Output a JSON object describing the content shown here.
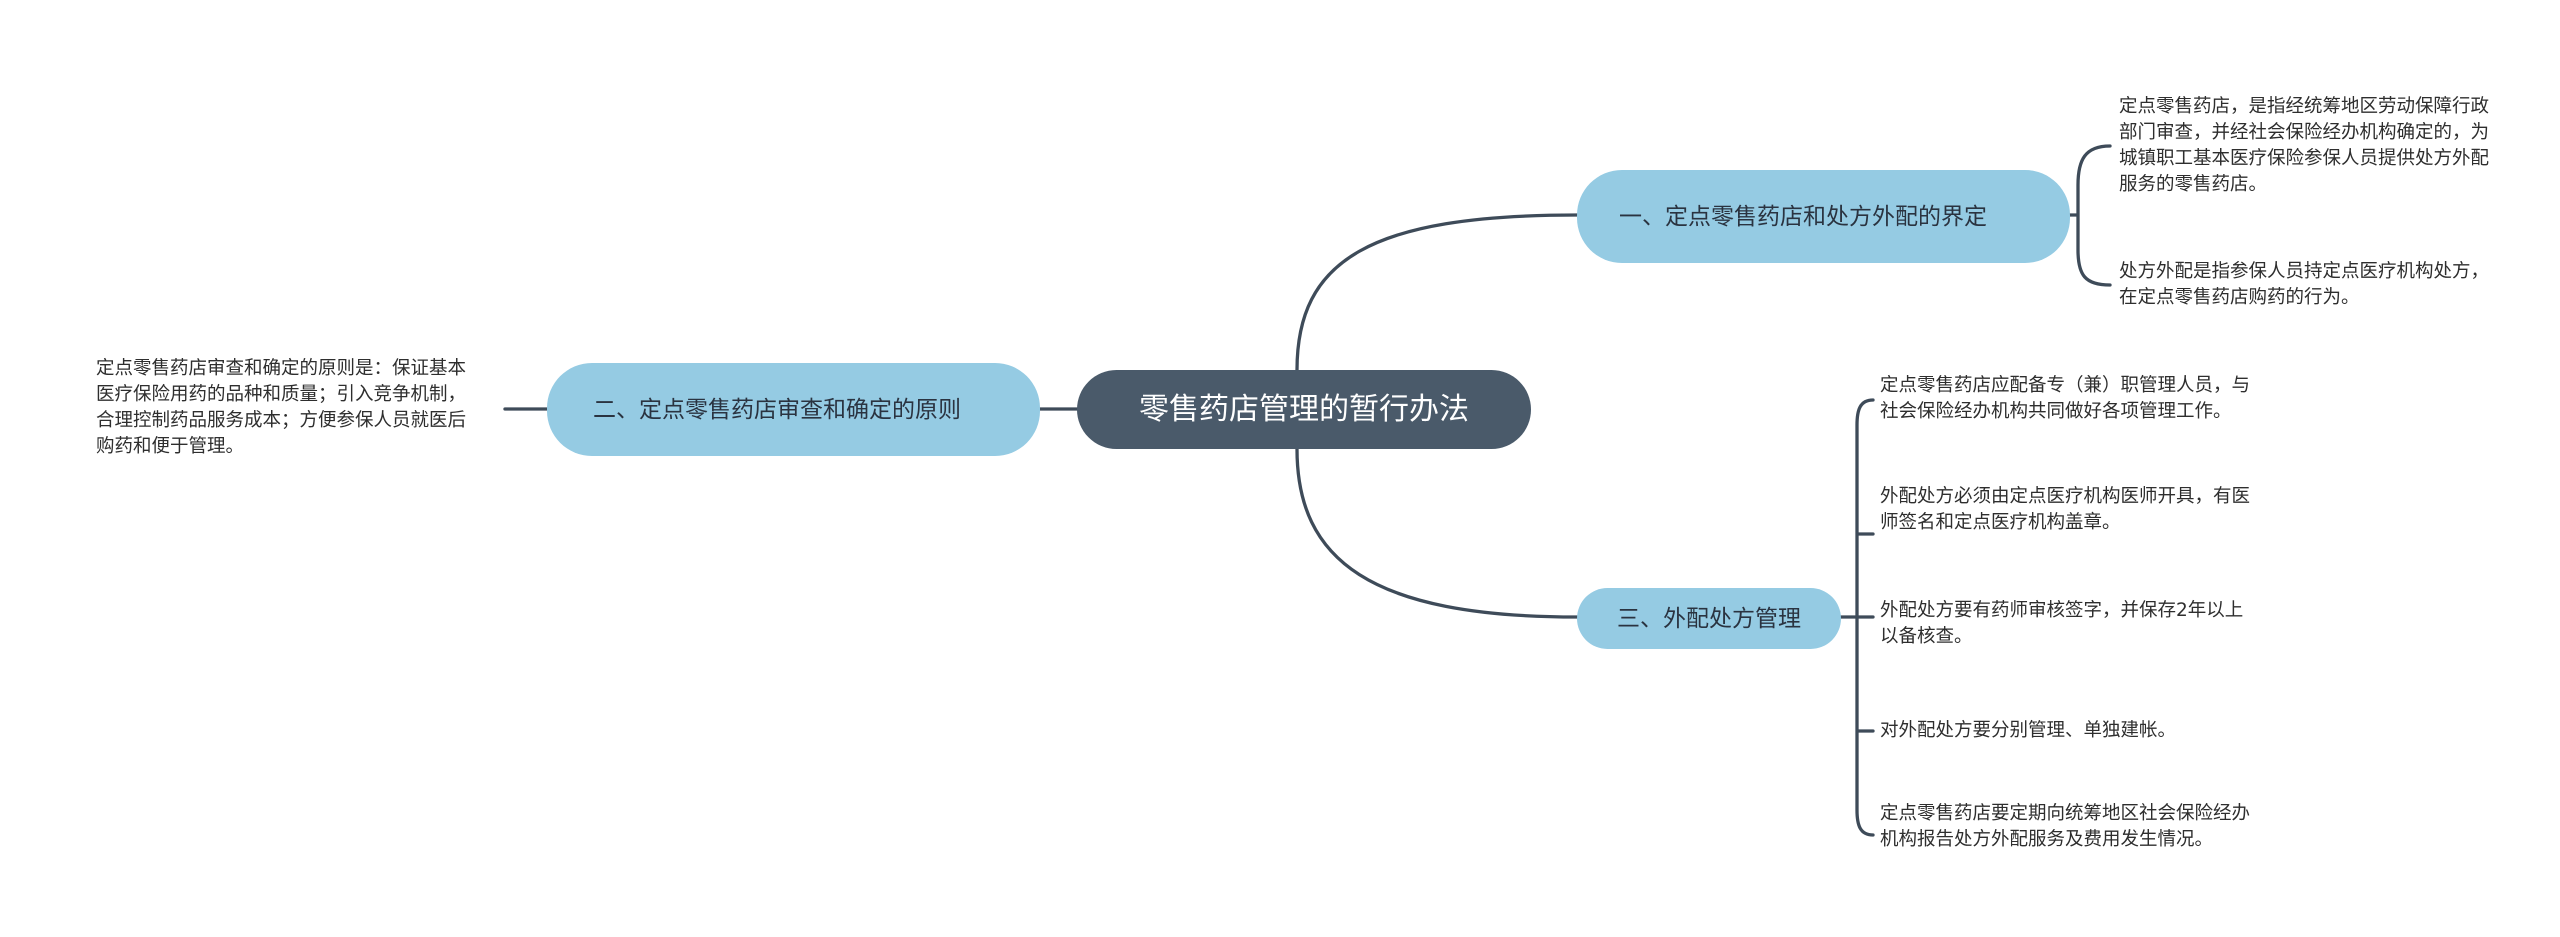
{
  "colors": {
    "root_bg": "#4a5a6a",
    "branch_bg": "#95cbe3",
    "connector": "#3e4b59",
    "leaf_text": "#2e2e2e"
  },
  "root": {
    "title": "零售药店管理的暂行办法"
  },
  "branches": [
    {
      "label": "一、定点零售药店和处方外配的界定",
      "leaves": [
        {
          "lines": [
            "定点零售药店，是指经统筹地区劳动保障行政",
            "部门审查，并经社会保险经办机构确定的，为",
            "城镇职工基本医疗保险参保人员提供处方外配",
            "服务的零售药店。"
          ]
        },
        {
          "lines": [
            "处方外配是指参保人员持定点医疗机构处方，",
            "在定点零售药店购药的行为。"
          ]
        }
      ]
    },
    {
      "label": "二、定点零售药店审查和确定的原则",
      "leaves": [
        {
          "lines": [
            "定点零售药店审查和确定的原则是：保证基本",
            "医疗保险用药的品种和质量；引入竞争机制，",
            "合理控制药品服务成本；方便参保人员就医后",
            "购药和便于管理。"
          ]
        }
      ]
    },
    {
      "label": "三、外配处方管理",
      "leaves": [
        {
          "lines": [
            "定点零售药店应配备专（兼）职管理人员，与",
            "社会保险经办机构共同做好各项管理工作。"
          ]
        },
        {
          "lines": [
            "外配处方必须由定点医疗机构医师开具，有医",
            "师签名和定点医疗机构盖章。"
          ]
        },
        {
          "lines": [
            "外配处方要有药师审核签字，并保存2年以上",
            "以备核查。"
          ]
        },
        {
          "lines": [
            "对外配处方要分别管理、单独建帐。"
          ]
        },
        {
          "lines": [
            "定点零售药店要定期向统筹地区社会保险经办",
            "机构报告处方外配服务及费用发生情况。"
          ]
        }
      ]
    }
  ]
}
